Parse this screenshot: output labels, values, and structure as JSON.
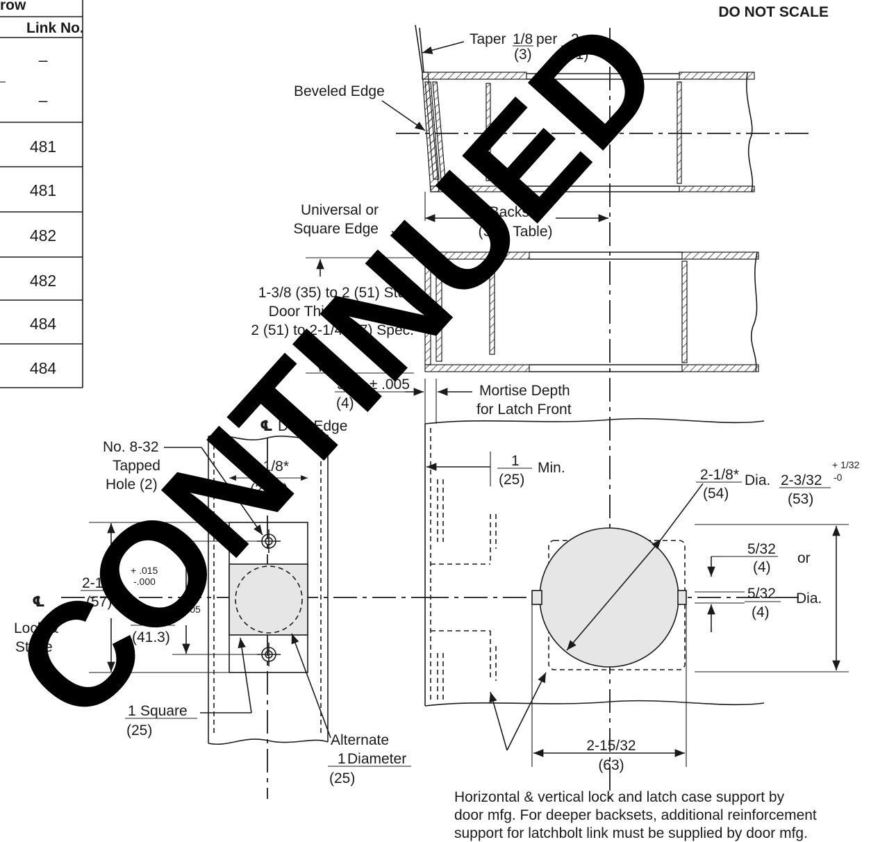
{
  "header": {
    "notice": "DO NOT SCALE"
  },
  "watermark": {
    "text": "CONTINUED"
  },
  "table": {
    "title_partial": "row",
    "column_header": "Link No.",
    "rows": [
      "–",
      "–",
      "481",
      "481",
      "482",
      "482",
      "484",
      "484"
    ]
  },
  "top_view": {
    "taper_prefix": "Taper",
    "taper_num1": "1/8",
    "taper_mid": "per",
    "taper_num2": "2",
    "taper_mm1": "(3)",
    "taper_mm2": "(51)",
    "beveled_edge": "Beveled Edge",
    "universal_line1": "Universal or",
    "universal_line2": "Square Edge",
    "backset_line1": "Backset",
    "backset_line2": "(See Table)",
    "thickness_line1": "1-3/8 (35) to 2 (51) Std.",
    "thickness_line2": "Door Thickness,",
    "thickness_line3": "2 (51) to 2-1/4 (57) Spec.",
    "mortise_num": "5/32 ± .005",
    "mortise_mm": "(4)",
    "mortise_line1": "Mortise Depth",
    "mortise_line2": "for Latch Front"
  },
  "edge_view": {
    "door_edge": "Door Edge",
    "centerline_symbol": "℄",
    "tapped_line1": "No. 8-32",
    "tapped_line2": "Tapped",
    "tapped_line3": "Hole (2)",
    "width_num": "1-1/8*",
    "width_mm": "(28.5)",
    "height_num": "2-1/4",
    "height_mm": "(57)",
    "height_tol_plus": "+ .015",
    "height_tol_minus": "-.000",
    "screw_num": "1-5/8",
    "screw_tol": "± .005",
    "screw_mm": "(41.3)",
    "lock_line1": "Lock &",
    "lock_line2": "Strike",
    "square_num": "1",
    "square_label": "Square",
    "square_mm": "(25)",
    "alt_line1": "Alternate",
    "alt_num": "1",
    "alt_label": "Diameter",
    "alt_mm": "(25)"
  },
  "face_view": {
    "min_num": "1",
    "min_mm": "(25)",
    "min_label": "Min.",
    "dia1_num": "2-1/8*",
    "dia1_mm": "(54)",
    "dia_label": "Dia.",
    "dia2_num": "2-3/32",
    "dia2_mm": "(53)",
    "dia2_tol_plus": "+ 1/32",
    "dia2_tol_minus": "-0",
    "notch_num": "5/32",
    "notch_mm": "(4)",
    "or_label": "or",
    "hole_num": "5/32",
    "hole_mm": "(4)",
    "hole_label": "Dia.",
    "backset_num": "2-15/32",
    "backset_mm": "(63)"
  },
  "note": {
    "line1": "Horizontal & vertical lock and latch case support by",
    "line2": "door mfg. For deeper backsets, additional reinforcement",
    "line3": "support for latchbolt link must be supplied by door mfg."
  }
}
